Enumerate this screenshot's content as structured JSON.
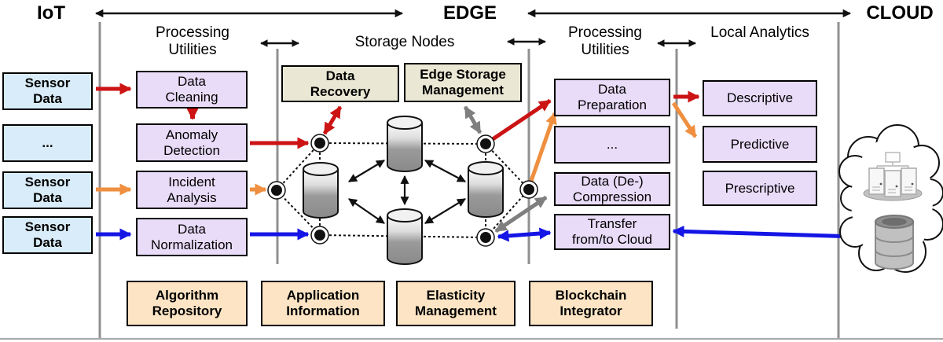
{
  "regions": {
    "iot": "IoT",
    "edge": "EDGE",
    "cloud": "CLOUD"
  },
  "headers": {
    "processing_left": "Processing Utilities",
    "storage": "Storage Nodes",
    "processing_right": "Processing Utilities",
    "analytics": "Local Analytics"
  },
  "iot_column": {
    "boxes": [
      "Sensor Data",
      "...",
      "Sensor Data",
      "Sensor Data"
    ]
  },
  "processing_left": {
    "boxes": [
      "Data Cleaning",
      "Anomaly Detection",
      "Incident Analysis",
      "Data Normalization"
    ]
  },
  "storage": {
    "recovery": "Data Recovery",
    "management": "Edge Storage Management"
  },
  "processing_right": {
    "boxes": [
      "Data Preparation",
      "...",
      "Data (De-) Compression",
      "Transfer from/to Cloud"
    ]
  },
  "analytics": {
    "boxes": [
      "Descriptive",
      "Predictive",
      "Prescriptive"
    ]
  },
  "services": {
    "boxes": [
      "Algorithm Repository",
      "Application Information",
      "Elasticity Management",
      "Blockchain Integrator"
    ]
  },
  "icons": {
    "storage_node": "database-cylinder",
    "network_junction": "node-dot",
    "cloud_compute": "server-cluster",
    "cloud_storage": "database-stack"
  },
  "colors": {
    "sensor_box": "#d9ecf9",
    "processing_box": "#e9dcf8",
    "storage_box": "#eae8d4",
    "service_box": "#fce4c4",
    "arrow_red": "#cc1414",
    "arrow_orange": "#ef8f3f",
    "arrow_blue": "#1515e6",
    "arrow_gray": "#7f7f7f",
    "divider": "#909090"
  }
}
